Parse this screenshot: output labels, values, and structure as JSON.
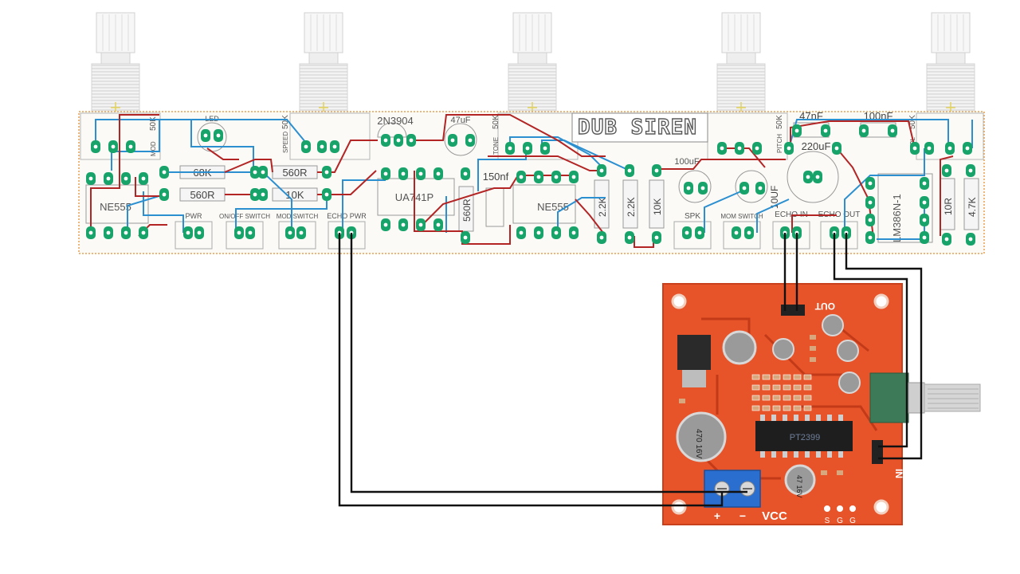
{
  "board": {
    "title": "DUB SIREN",
    "pot_values": [
      "50K",
      "50K",
      "50K",
      "50K",
      "50K"
    ],
    "pot_labels": [
      "MOD",
      "SPEED",
      "TONE",
      "PITCH",
      "VOL"
    ],
    "led_label": "LED",
    "transistor": "2N3904",
    "caps": {
      "c47uf": "47uF",
      "c150nf": "150nf",
      "c100uf": "100uF",
      "c10uf": "10UF",
      "c47nf": "47nF",
      "c220uf": "220uF",
      "c100nf": "100nF"
    },
    "resistors": {
      "r68k": "68K",
      "r560a": "560R",
      "r560b": "560R",
      "r10k_a": "10K",
      "r560c": "560R",
      "r2k2a": "2.2K",
      "r2k2b": "2.2K",
      "r10k_b": "10K",
      "r10r": "10R",
      "r47k": "4.7K"
    },
    "ics": {
      "ne555a": "NE555",
      "ua741": "UA741P",
      "ne555b": "NE555",
      "lm386": "LM386N-1"
    },
    "connectors": {
      "pwr": "PWR",
      "onoff": "ON/OFF SWITCH",
      "mod_switch": "MOD SWITCH",
      "echo_pwr": "ECHO PWR",
      "spk": "SPK",
      "mom_switch": "MOM SWITCH",
      "echo_in": "ECHO IN",
      "echo_out": "ECHO OUT"
    }
  },
  "module": {
    "out_label": "OUT",
    "in_label": "IN",
    "vcc_label": "VCC",
    "plus": "+",
    "minus": "−",
    "pins": [
      "S",
      "G",
      "G"
    ],
    "cap_big": "470\n16V",
    "cap_small": "47\n16V",
    "chip": "PT2399",
    "colors": {
      "board": "#e8542a",
      "trace": "#c23a18"
    }
  }
}
